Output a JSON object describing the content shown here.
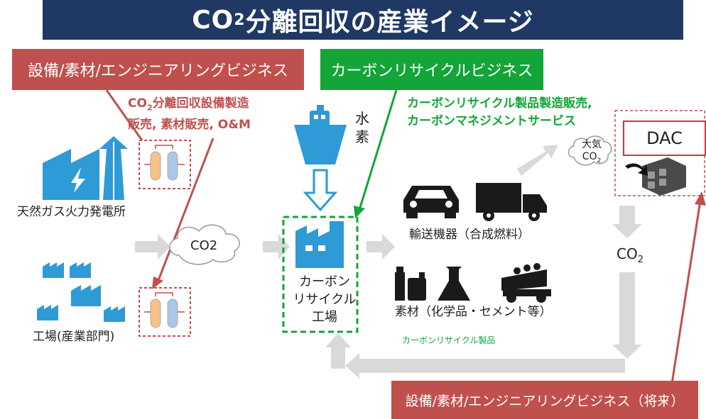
{
  "title": {
    "main": "CO",
    "sub": "2",
    "rest": "分離回収の産業イメージ"
  },
  "business_boxes": {
    "red_top": "設備/素材/エンジニアリングビジネス",
    "green": "カーボンリサイクルビジネス",
    "red_bottom": "設備/素材/エンジニアリングビジネス（将来）"
  },
  "red_annotation": {
    "line1_a": "CO",
    "line1_sub": "2",
    "line1_b": "分離回収設備製造",
    "line2": "販売, 素材販売, O&M"
  },
  "green_annotation": {
    "line1": "カーボンリサイクル製品製造販売,",
    "line2": "カーボンマネジメントサービス"
  },
  "sources": {
    "power_plant": "天然ガス火力発電所",
    "factory": "工場(産業部門)"
  },
  "clouds": {
    "co2_center": "CO2",
    "atmos_line1": "大気",
    "atmos_co2": "CO",
    "atmos_sub": "2"
  },
  "hydrogen": {
    "line1": "水",
    "line2": "素"
  },
  "recycle_factory": {
    "line1": "カーボン",
    "line2": "リサイクル",
    "line3": "工場"
  },
  "products": {
    "transport": "輸送機器（合成燃料）",
    "materials": "素材（化学品・セメント等）",
    "caption": "カーボンリサイクル製品"
  },
  "dac": {
    "label": "DAC"
  },
  "co2_right": {
    "main": "CO",
    "sub": "2"
  },
  "colors": {
    "navy": "#1f3864",
    "red": "#c0504d",
    "green": "#13a538",
    "icon_blue": "#2e9ad6",
    "arrow_gray": "#d9d9d9"
  }
}
